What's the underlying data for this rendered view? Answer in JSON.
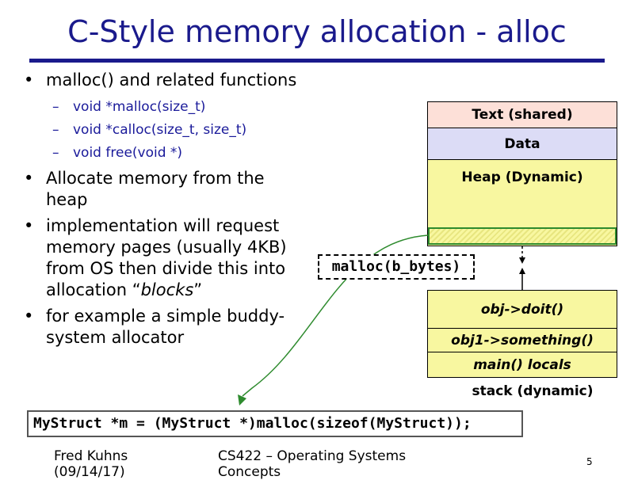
{
  "slide": {
    "title": "C-Style memory allocation - alloc",
    "bullets": {
      "b1_text": "malloc() and related functions",
      "b1_sub": [
        "void *malloc(size_t)",
        "void *calloc(size_t, size_t)",
        "void free(void *)"
      ],
      "b2_text": "Allocate memory from the heap",
      "b3_pre": "implementation will request memory pages (usually 4KB) from OS then divide this into allocation “",
      "b3_em": "blocks",
      "b3_post": "”",
      "b4_text": "for example a simple buddy-system allocator"
    },
    "bullet_glyph": "•",
    "dash_glyph": "–"
  },
  "memory": {
    "text_label": "Text (shared)",
    "data_label": "Data",
    "heap_label": "Heap (Dynamic)",
    "stack_frames": [
      "obj->doit()",
      "obj1->something()",
      "main() locals"
    ],
    "stack_label": "stack (dynamic)",
    "colors": {
      "text": "#fde0d8",
      "data": "#dcdcf6",
      "heap": "#f8f7a0",
      "stack": "#f8f7a0",
      "arrow": "#2e8b2e"
    }
  },
  "malloc_call": "malloc(b_bytes)",
  "code_line": "MyStruct *m = (MyStruct *)malloc(sizeof(MyStruct));",
  "footer": {
    "author": "Fred Kuhns (09/14/17)",
    "course": "CS422 – Operating Systems Concepts",
    "page": "5"
  }
}
